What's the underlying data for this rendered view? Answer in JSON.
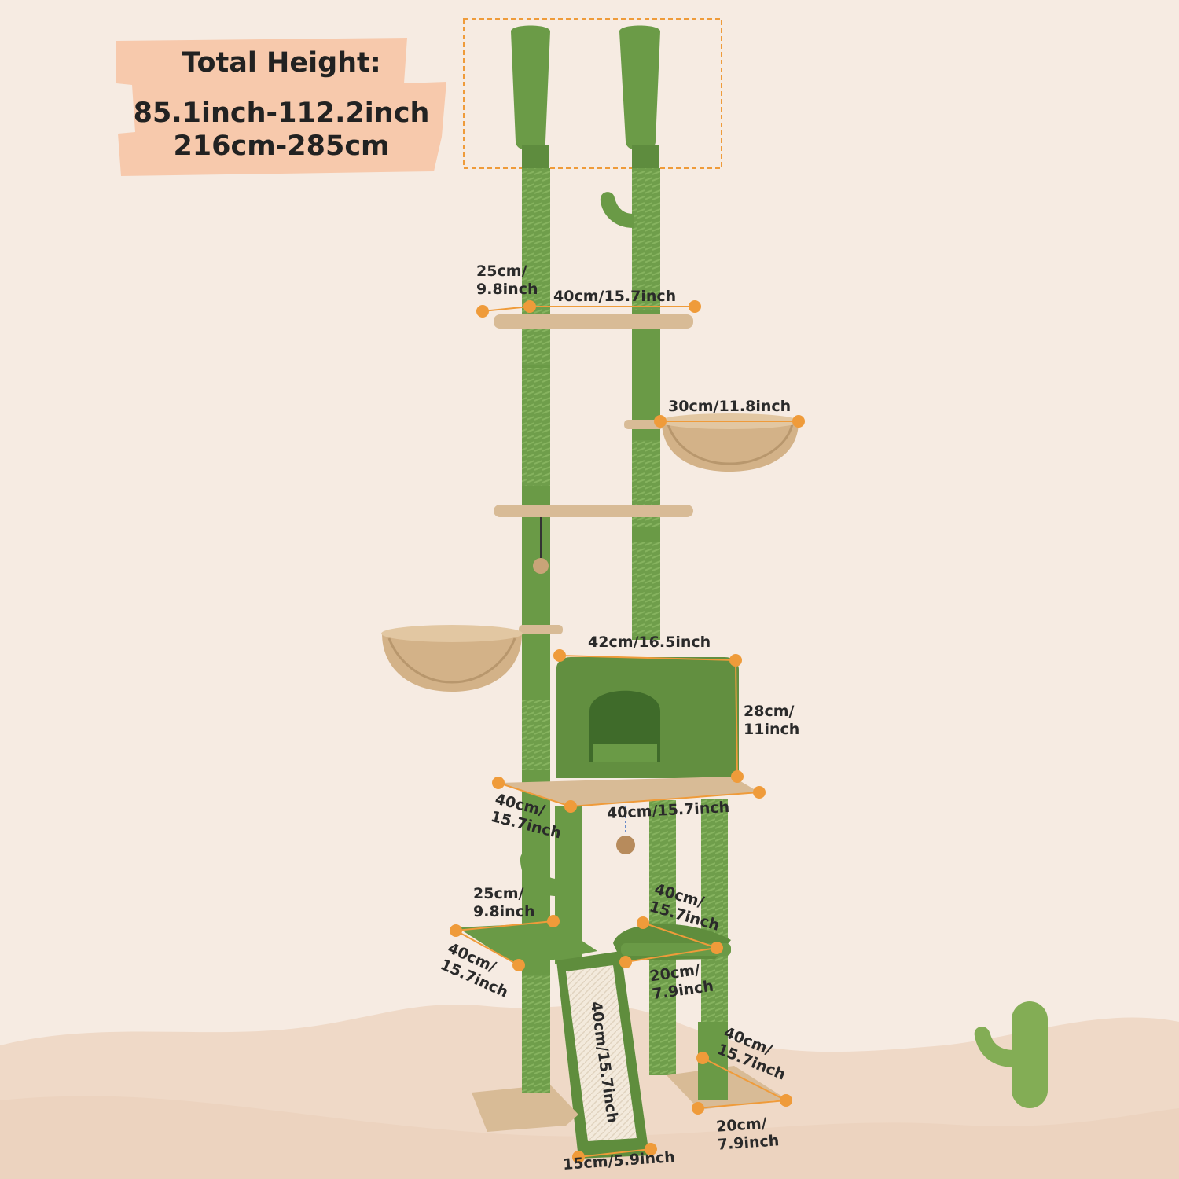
{
  "title": {
    "label": "Total Height:",
    "inch_range": "85.1inch-112.2inch",
    "cm_range": "216cm-285cm"
  },
  "colors": {
    "background": "#f6ebe2",
    "banner": "#f7c9ac",
    "dunes": "#efd8c6",
    "green": "#6d9e4a",
    "plush": "#d9bd98",
    "accent": "#ef9b3a"
  },
  "dimensions": {
    "top_depth": [
      "25cm/",
      "9.8inch"
    ],
    "top_width": "40cm/15.7inch",
    "basket_width": "30cm/11.8inch",
    "condo_width": "42cm/16.5inch",
    "condo_height": [
      "28cm/",
      "11inch"
    ],
    "platform_depth": [
      "40cm/",
      "15.7inch"
    ],
    "platform_width": "40cm/15.7inch",
    "step_depth": [
      "25cm/",
      "9.8inch"
    ],
    "step_width": [
      "40cm/",
      "15.7inch"
    ],
    "hammock_depth": [
      "40cm/",
      "15.7inch"
    ],
    "hammock_width": [
      "20cm/",
      "7.9inch"
    ],
    "ramp_length": "40cm/15.7inch",
    "ramp_width": "15cm/5.9inch",
    "base_length": [
      "40cm/",
      "15.7inch"
    ],
    "base_width": [
      "20cm/",
      "7.9inch"
    ]
  },
  "icons": [
    "cactus-icon",
    "cat-tree"
  ]
}
